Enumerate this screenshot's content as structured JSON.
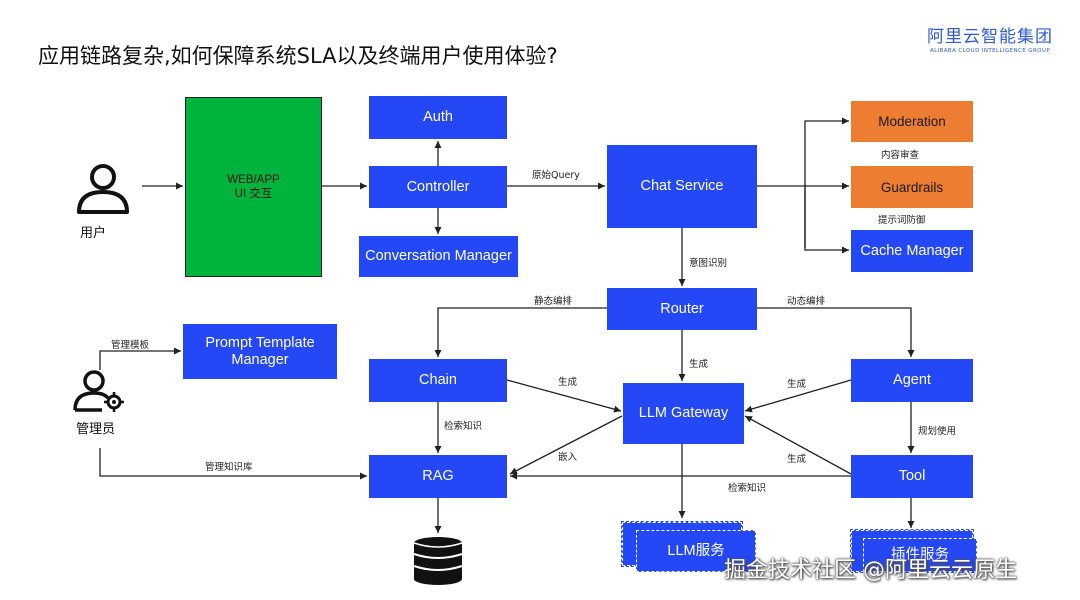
{
  "title": "应用链路复杂,如何保障系统SLA以及终端用户使用体验?",
  "logo": {
    "main": "阿里云智能集团",
    "sub": "ALIBABA CLOUD INTELLIGENCE GROUP"
  },
  "nodes": {
    "web_app": {
      "line1": "WEB/APP",
      "line2": "UI 交互"
    },
    "auth": "Auth",
    "controller": "Controller",
    "conversation_manager": "Conversation Manager",
    "chat_service": "Chat Service",
    "moderation": "Moderation",
    "guardrails": "Guardrails",
    "cache_manager": "Cache Manager",
    "router": "Router",
    "prompt_template_manager": "Prompt Template Manager",
    "chain": "Chain",
    "llm_gateway": "LLM Gateway",
    "agent": "Agent",
    "rag": "RAG",
    "tool": "Tool",
    "llm_service": "LLM服务",
    "plugin_service": "插件服务"
  },
  "captions": {
    "user": "用户",
    "admin": "管理员"
  },
  "edge_labels": {
    "original_query": "原始Query",
    "content_review": "内容审查",
    "prompt_defense": "提示词防御",
    "intent_recognition": "意图识别",
    "static_orchestration": "静态编排",
    "dynamic_orchestration": "动态编排",
    "manage_template": "管理模板",
    "generate_router": "生成",
    "generate_chain": "生成",
    "generate_agent": "生成",
    "generate_tool": "生成",
    "embed": "嵌入",
    "retrieve_chain": "检索知识",
    "retrieve_tool": "检索知识",
    "plan_use": "规划使用",
    "manage_kb": "管理知识库"
  },
  "watermark": "掘金技术社区 @阿里云云原生",
  "colors": {
    "node_blue": "#2448f5",
    "orange": "#ed7d31",
    "green": "#00b33c",
    "logo_blue": "#2f5bd6"
  }
}
